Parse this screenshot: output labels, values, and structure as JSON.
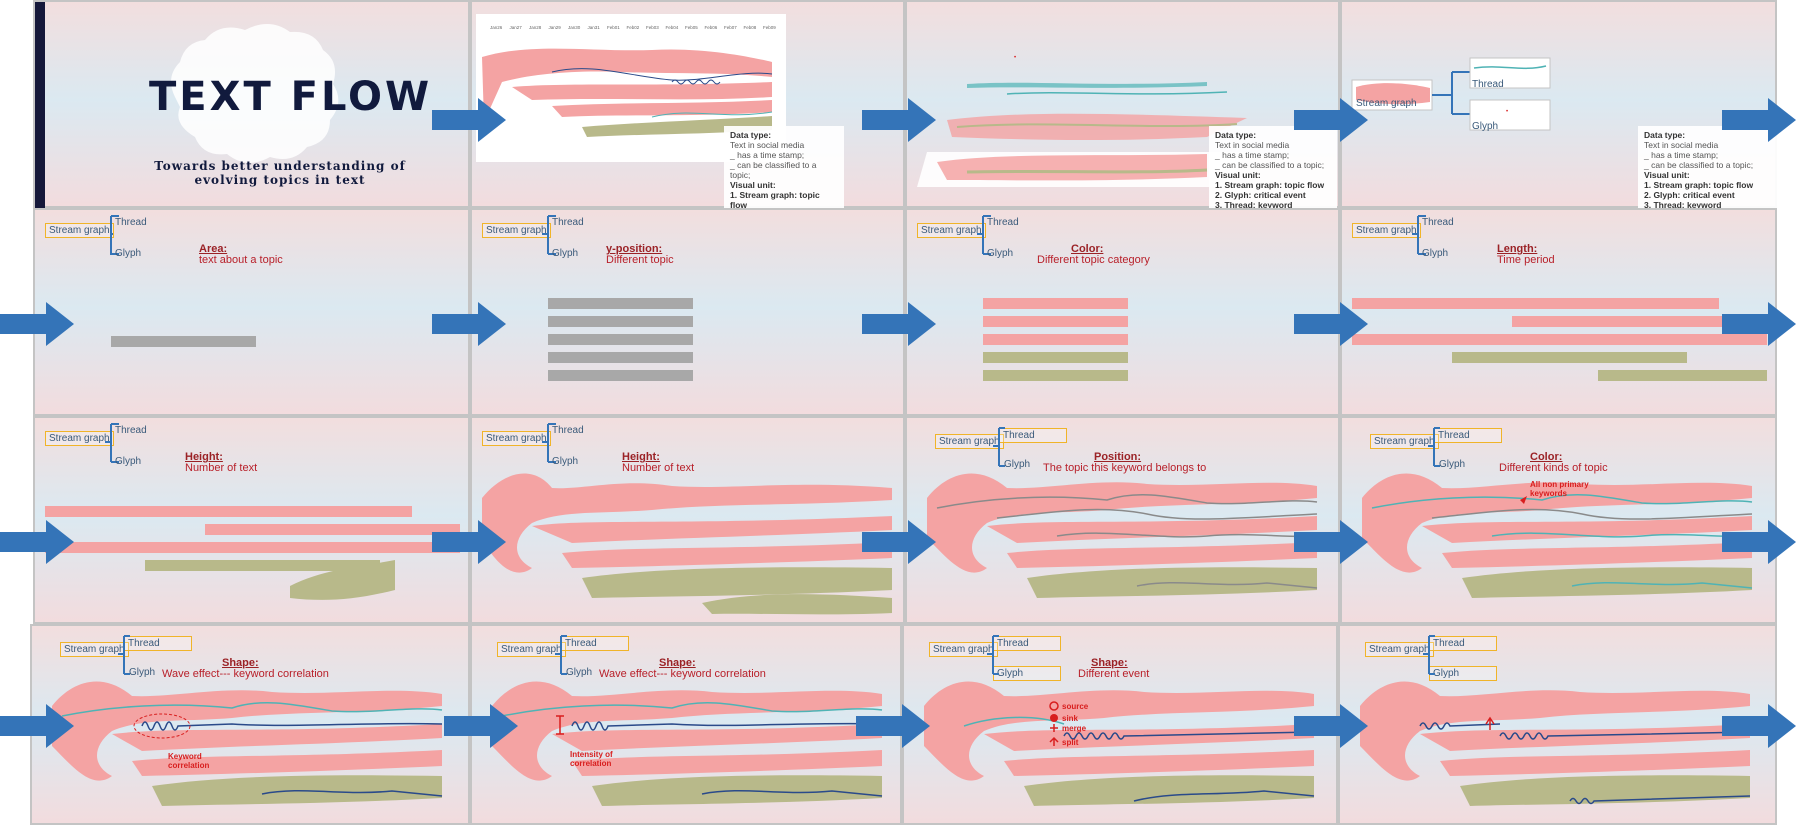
{
  "title": {
    "main": "TEXT FLOW",
    "subtitle_line1": "Towards better understanding of",
    "subtitle_line2": "evolving topics in text"
  },
  "hierarchy": {
    "root": "Stream graph",
    "child1": "Thread",
    "child2": "Glyph"
  },
  "datacard": {
    "data_type_heading": "Data type:",
    "data_type_line1": "Text in social media",
    "data_type_line2": "_ has a time stamp;",
    "data_type_line3": "_ can be classified to a topic;",
    "visual_unit_heading": "Visual unit:",
    "unit1": "1.   Stream graph: topic flow",
    "unit2": "2.   Glyph: critical event",
    "unit3": "3.   Thread: keyword"
  },
  "slide2_dates": [
    "Jan26",
    "Jan27",
    "Jan28",
    "Jan29",
    "Jan30",
    "Jan31",
    "Feb01",
    "Feb02",
    "Feb03",
    "Feb04",
    "Feb05",
    "Feb06",
    "Feb07",
    "Feb08",
    "Feb09"
  ],
  "captions": {
    "area_title": "Area:",
    "area_sub": "text about a topic",
    "ypos_title": "y-position:",
    "ypos_sub": "Different topic",
    "color_title": "Color:",
    "color_sub": "Different topic category",
    "length_title": "Length:",
    "length_sub": "Time period",
    "height_title": "Height:",
    "height_sub": "Number of text",
    "position_title": "Position:",
    "position_sub": "The topic this keyword belongs to",
    "color2_title": "Color:",
    "color2_sub": "Different kinds of topic",
    "shape_title": "Shape:",
    "shape_sub": "Wave effect--- keyword correlation",
    "shape_sub2": "Different event"
  },
  "annotations": {
    "non_primary_line1": "All non primary",
    "non_primary_line2": "keywords",
    "keyword_corr_line1": "Keyword",
    "keyword_corr_line2": "correlation",
    "intensity_line1": "Intensity of",
    "intensity_line2": "correlation",
    "source": "source",
    "sink": "sink",
    "merge": "merge",
    "split": "split"
  },
  "colors": {
    "stream_pink": "#f4a3a3",
    "stream_olive": "#b8b98a",
    "thread_teal": "#4fb3b5",
    "thread_navy": "#2a4a8a",
    "arrow_blue": "#3474b8",
    "gray_bar": "#a8a8a8",
    "caption_red": "#9b2226",
    "box_orange": "#f0b429"
  }
}
